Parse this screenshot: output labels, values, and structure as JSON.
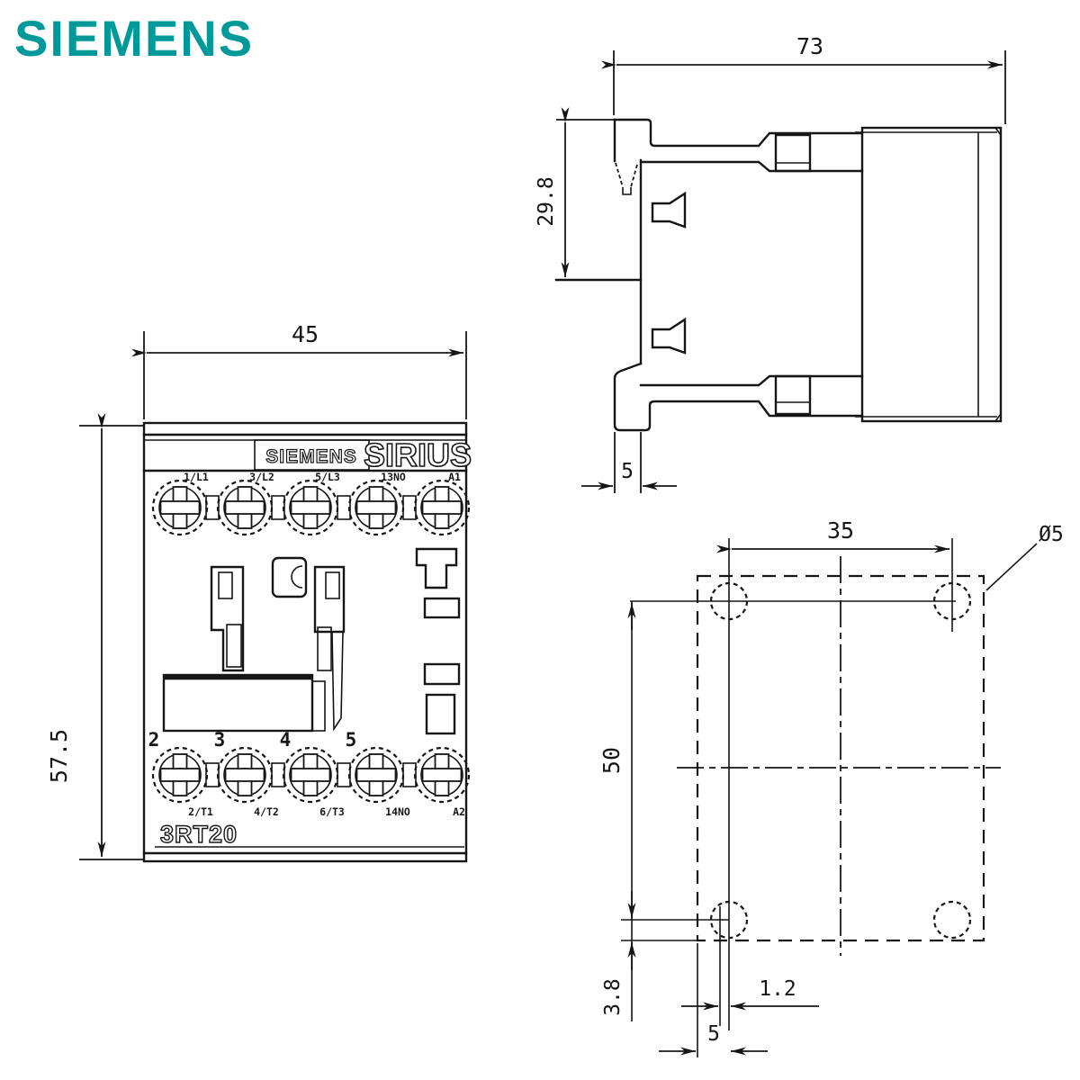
{
  "page": {
    "background": "#ffffff",
    "line_color": "#161616"
  },
  "brand": {
    "logo_text": "SIEMENS",
    "logo_color": "#009999"
  },
  "front_view": {
    "dim_width": "45",
    "dim_height": "57.5",
    "brand_plate": "SIEMENS",
    "series_plate": "SIRIUS",
    "model_text": "3RT20",
    "top_terminal_labels": [
      "1/L1",
      "3/L2",
      "5/L3",
      "13NO",
      "A1"
    ],
    "pole_numbers": [
      "2",
      "3",
      "4",
      "5"
    ],
    "bottom_terminal_labels": [
      "2/T1",
      "4/T2",
      "6/T3",
      "14NO",
      "A2"
    ]
  },
  "side_view": {
    "dim_depth": "73",
    "dim_rail_height": "29.8",
    "dim_clip_depth": "5"
  },
  "drilling_plan": {
    "dim_hole_spacing_h": "35",
    "dim_hole_spacing_v": "50",
    "dim_bottom_offset": "3.8",
    "dim_slot": "1.2",
    "dim_side_offset": "5",
    "hole_diameter": "Ø5"
  }
}
